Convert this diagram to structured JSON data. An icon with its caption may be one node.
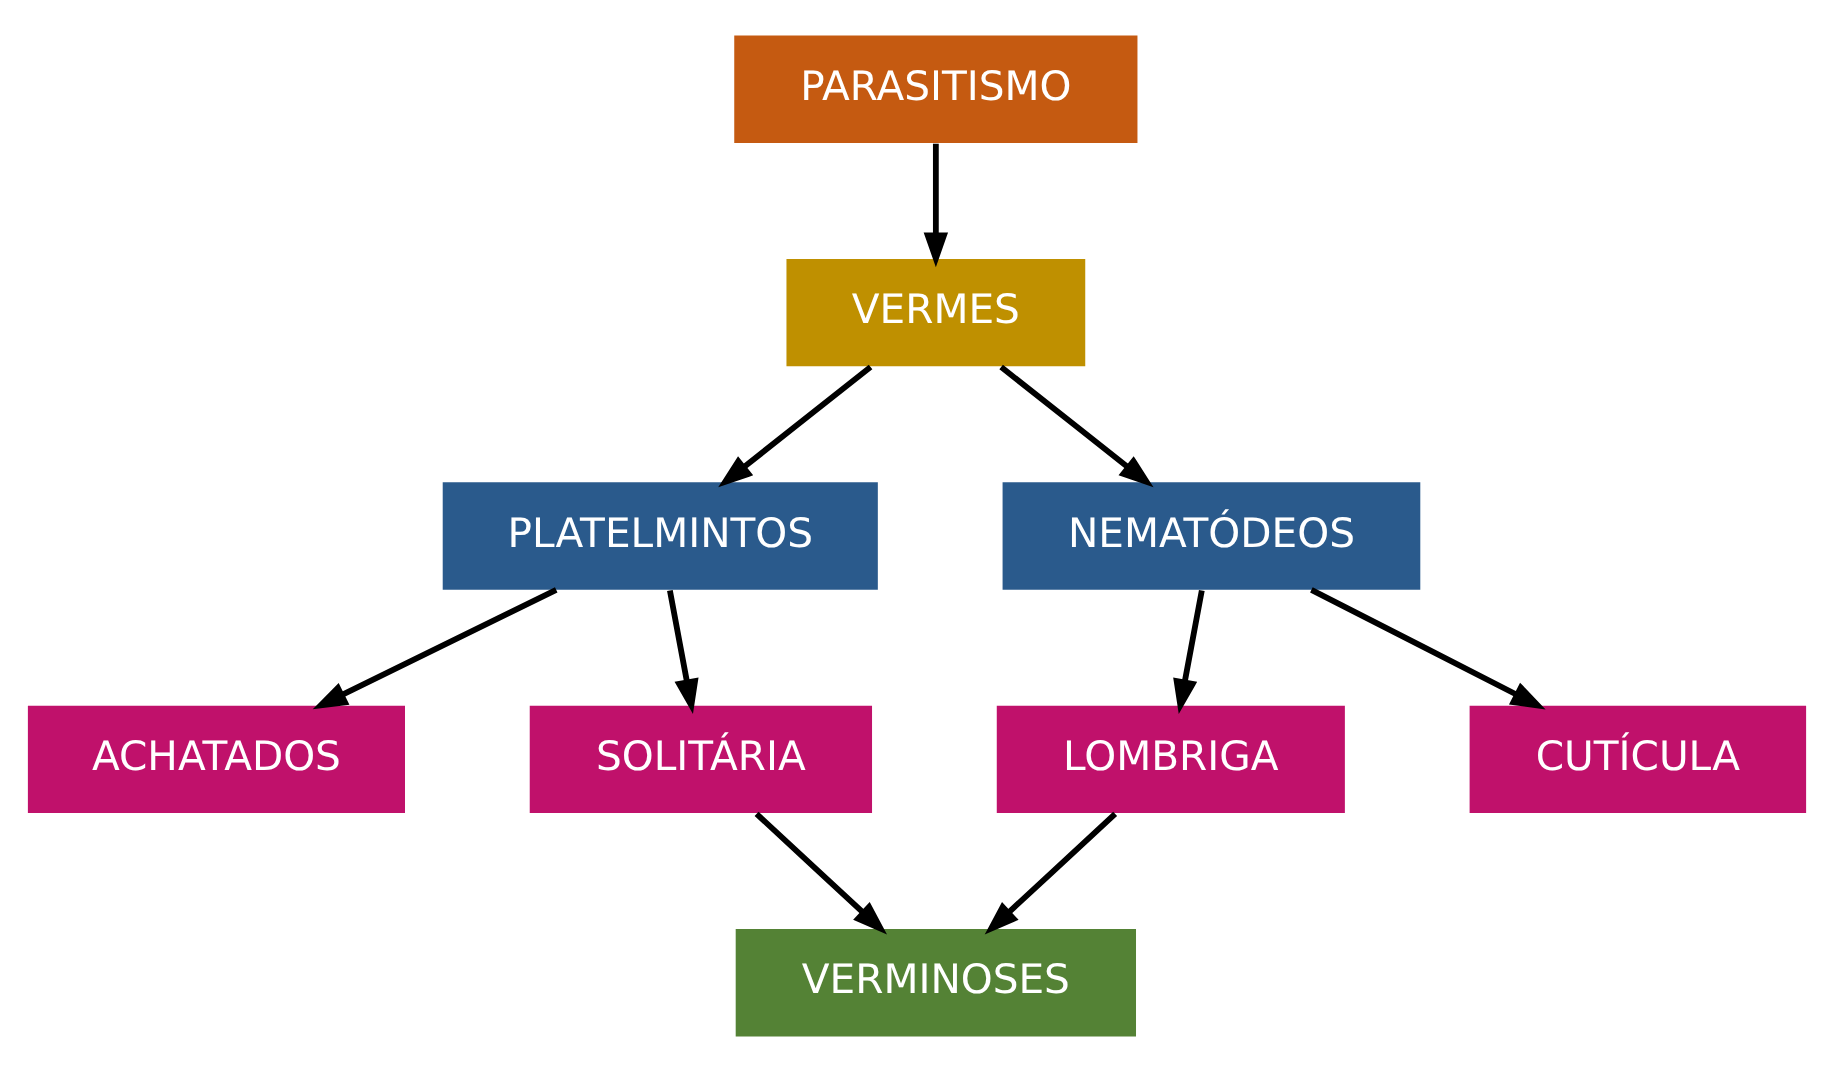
{
  "diagram": {
    "nodes": [
      {
        "text": [
          "PARASITISMO"
        ]
      },
      {
        "text": [
          "VERMES"
        ]
      },
      {
        "text": [
          "PLATELMINTOS"
        ]
      },
      {
        "text": [
          "NEMATÓDEOS"
        ]
      },
      {
        "text": [
          "ACHATADOS"
        ]
      },
      {
        "text": [
          "SOLITÁRIA"
        ]
      },
      {
        "text": [
          "LOMBRIGA"
        ]
      },
      {
        "text": [
          "CUTÍCULA"
        ]
      },
      {
        "text": [
          "VERMINOSES"
        ]
      }
    ],
    "edges": [
      {
        "from": 0,
        "to": 1,
        "arrow": "to"
      },
      {
        "from": 1,
        "to": 2,
        "arrow": "to"
      },
      {
        "from": 1,
        "to": 3,
        "arrow": "to"
      },
      {
        "from": 2,
        "to": 4,
        "arrow": "to"
      },
      {
        "from": 2,
        "to": 5,
        "arrow": "to"
      },
      {
        "from": 3,
        "to": 6,
        "arrow": "to"
      },
      {
        "from": 3,
        "to": 7,
        "arrow": "to"
      },
      {
        "from": 5,
        "to": 8,
        "arrow": "to"
      },
      {
        "from": 6,
        "to": 8,
        "arrow": "to"
      }
    ]
  }
}
